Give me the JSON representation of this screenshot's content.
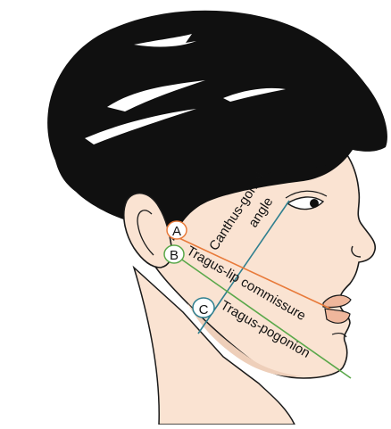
{
  "colors": {
    "skin": "#fae3d2",
    "skin_shadow": "#eecfba",
    "hair": "#101010",
    "hair_highlight": "#ffffff",
    "outline": "#1a1a1a",
    "lips": "#efb79c",
    "eye_white": "#ffffff",
    "line_canthus_gonial": "#2f7f8f",
    "line_tragus_lip": "#e87a3a",
    "line_tragus_pogonion": "#5aa84a"
  },
  "markers": {
    "a": "A",
    "b": "B",
    "c": "C"
  },
  "labels": {
    "canthus_line1": "Canthus-gonial",
    "canthus_line2": "angle",
    "tragus_lip": "Tragus-lip commissure",
    "tragus_pogonion": "Tragus-pogonion"
  }
}
